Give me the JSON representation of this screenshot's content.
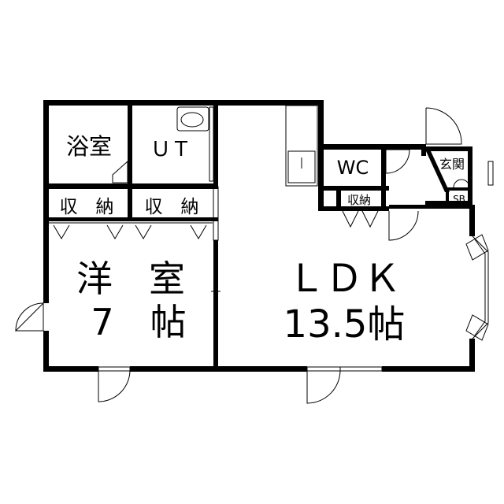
{
  "rooms": {
    "bathroom": "浴室",
    "utility": "ＵＴ",
    "storage_left": "収　納",
    "storage_mid": "収　納",
    "storage_small": "収納",
    "wc": "WC",
    "entrance": "玄関",
    "shoe_box": "SB",
    "bedroom_name": "洋　室",
    "bedroom_size": "7　帖",
    "ldk_name": "ＬＤＫ",
    "ldk_size": "13.5帖"
  }
}
